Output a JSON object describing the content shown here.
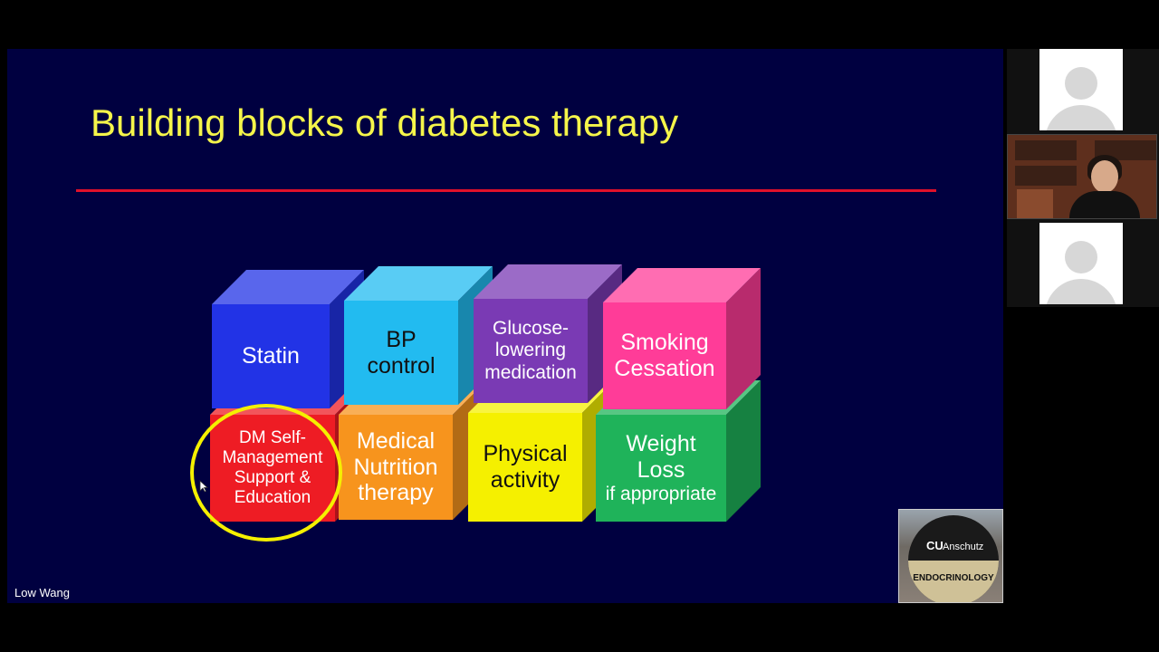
{
  "slide": {
    "title": "Building blocks of diabetes therapy",
    "blocks": [
      {
        "id": "statin",
        "lines": [
          "Statin"
        ],
        "color": "#2233e6",
        "dark": false
      },
      {
        "id": "bp-control",
        "lines": [
          "BP",
          "control"
        ],
        "color": "#22bbf0",
        "dark": true
      },
      {
        "id": "glucose-lowering",
        "lines": [
          "Glucose-",
          "lowering",
          "medication"
        ],
        "color": "#7a3ab4",
        "dark": false
      },
      {
        "id": "smoking-cessation",
        "lines": [
          "Smoking",
          "Cessation"
        ],
        "color": "#ff3c98",
        "dark": false
      },
      {
        "id": "dm-self-management",
        "lines": [
          "DM Self-",
          "Management",
          "Support &",
          "Education"
        ],
        "color": "#ee1c24",
        "dark": false
      },
      {
        "id": "medical-nutrition",
        "lines": [
          "Medical",
          "Nutrition",
          "therapy"
        ],
        "color": "#f7941d",
        "dark": false
      },
      {
        "id": "physical-activity",
        "lines": [
          "Physical",
          "activity"
        ],
        "color": "#f5f000",
        "dark": true
      },
      {
        "id": "weight-loss",
        "lines": [
          "Weight",
          "Loss",
          "if appropriate"
        ],
        "color": "#1fb35a",
        "dark": false
      }
    ],
    "highlight_color": "#f5f000",
    "title_color": "#f5f54a",
    "rule_color": "#e0102a",
    "background": "#000040"
  },
  "speaker": {
    "name": "Low Wang"
  },
  "logo": {
    "brand": "Anschutz",
    "department": "ENDOCRINOLOGY"
  },
  "participants": [
    {
      "type": "avatar",
      "icon": "person-avatar-icon"
    },
    {
      "type": "camera"
    },
    {
      "type": "avatar",
      "icon": "person-avatar-icon"
    }
  ]
}
